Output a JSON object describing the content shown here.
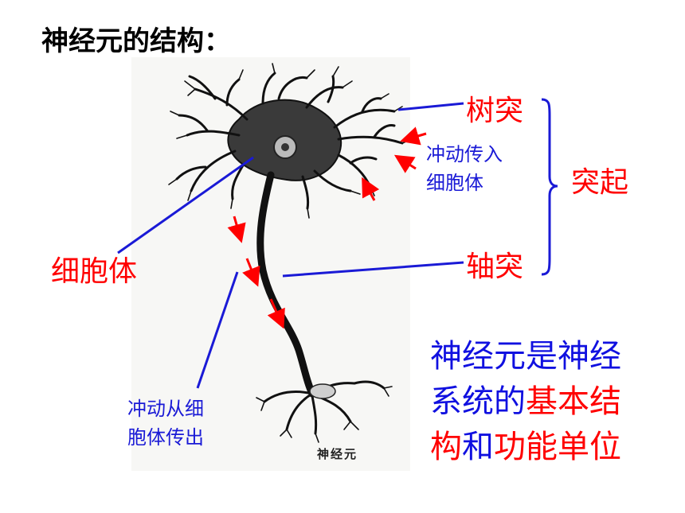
{
  "title": "神经元的结构：",
  "labels": {
    "dendrite": "树突",
    "axon": "轴突",
    "process": "突起",
    "soma": "细胞体",
    "impulse_in_1": "冲动传入",
    "impulse_in_2": "细胞体",
    "impulse_out_1": "冲动从细",
    "impulse_out_2": "胞体传出",
    "caption": "神经元"
  },
  "conclusion": {
    "line1": "神经元是神经",
    "line2_a": "系统的",
    "line2_b": "基本结",
    "line3_a": "构",
    "line3_b": "和",
    "line3_c": "功能单位"
  },
  "colors": {
    "red": "#ff0000",
    "blue": "#1a1ad6",
    "neuron": "#111111"
  }
}
